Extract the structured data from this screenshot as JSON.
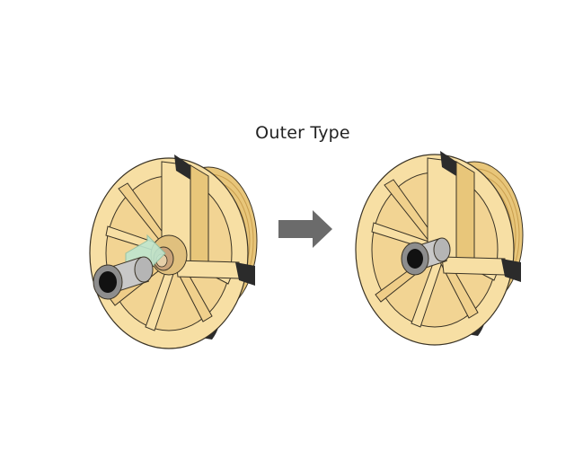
{
  "title": "Outer Type",
  "colors": {
    "wheel_face": "#f7dfa4",
    "wheel_shadow": "#e8c67a",
    "groove": "#dfb866",
    "outline": "#3a3325",
    "tire": "#2b2b2b",
    "hub": "#c8c8c8",
    "hub_dark": "#8d8d8d",
    "bore": "#111111",
    "arrow_insert": "#bfe6cf",
    "bearing_ring": "#c9a37a",
    "process_arrow": "#6b6b6b"
  },
  "diagram": {
    "left_assembly": "exploded",
    "right_assembly": "assembled",
    "process_arrow_icon": "right-arrow-icon"
  }
}
